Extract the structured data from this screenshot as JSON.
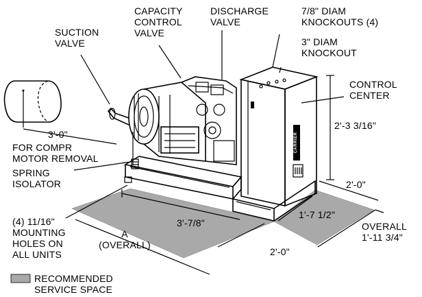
{
  "labels": {
    "suction_valve": [
      "SUCTION",
      "VALVE"
    ],
    "capacity_control_valve": [
      "CAPACITY",
      "CONTROL",
      "VALVE"
    ],
    "discharge_valve": [
      "DISCHARGE",
      "VALVE"
    ],
    "knockouts_7_8": [
      "7/8\" DIAM",
      "KNOCKOUTS (4)"
    ],
    "knockout_3": [
      "3\" DIAM",
      "KNOCKOUT"
    ],
    "control_center": [
      "CONTROL",
      "CENTER"
    ],
    "motor_removal_dim": "3'-0\"",
    "motor_removal": [
      "FOR COMPR",
      "MOTOR  REMOVAL"
    ],
    "spring_isolator": [
      "SPRING",
      "ISOLATOR"
    ],
    "mounting_holes": [
      "(4) 11/16\"",
      "MOUNTING",
      "HOLES ON",
      "ALL UNITS"
    ],
    "dim_a": [
      "A",
      "(OVERALL)"
    ],
    "dim_length": "3'-7/8\"",
    "dim_height": "2'-3 3/16\"",
    "dim_side_clearance": "2'-0\"",
    "dim_front_clearance": "2'-0\"",
    "dim_depth": "1'-7 1/2\"",
    "overall_width": [
      "OVERALL",
      "1'-11 3/4\""
    ],
    "brand": "CARRIER",
    "legend": [
      "RECOMMENDED",
      "SERVICE SPACE"
    ]
  },
  "colors": {
    "service_space": "#a9a9a9",
    "line": "#000000",
    "background": "#ffffff"
  }
}
